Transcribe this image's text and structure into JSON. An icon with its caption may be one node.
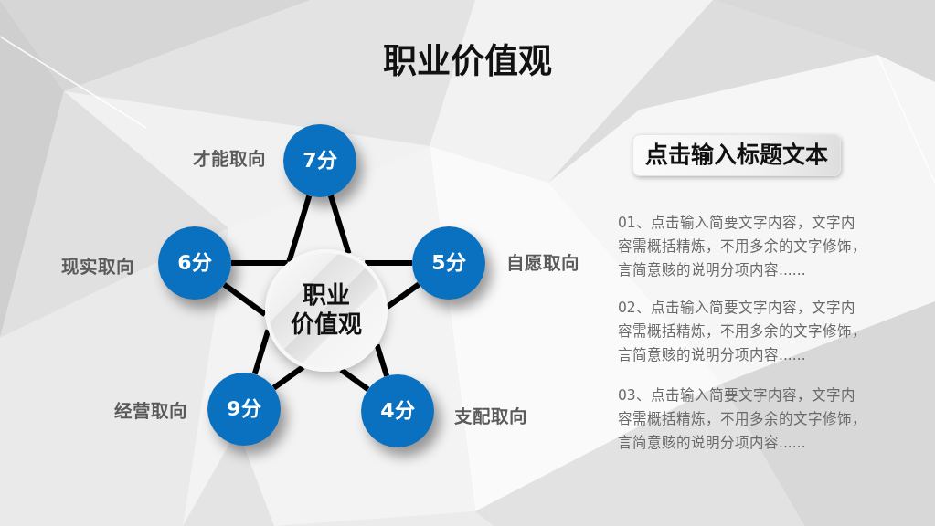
{
  "diagram": {
    "title": "职业价值观",
    "nodes": [
      {
        "text": [
          "7分"
        ],
        "beside": [
          "才能取向"
        ]
      },
      {
        "text": [
          "6分"
        ],
        "beside": [
          "现实取向"
        ]
      },
      {
        "text": [
          "职业价值观"
        ]
      },
      {
        "text": [
          "5分"
        ],
        "beside": [
          "自愿取向"
        ]
      },
      {
        "text": [
          "9分"
        ],
        "beside": [
          "经营取向"
        ]
      },
      {
        "text": [
          "4分"
        ],
        "beside": [
          "支配取向"
        ]
      },
      {
        "text": [
          "点击输入标题文本"
        ]
      }
    ],
    "edges": [
      {
        "from": 0,
        "to": 2,
        "arrow": "none"
      },
      {
        "from": 0,
        "to": 2,
        "arrow": "none"
      },
      {
        "from": 1,
        "to": 2,
        "arrow": "none"
      },
      {
        "from": 1,
        "to": 2,
        "arrow": "none"
      },
      {
        "from": 3,
        "to": 2,
        "arrow": "none"
      },
      {
        "from": 3,
        "to": 2,
        "arrow": "none"
      },
      {
        "from": 4,
        "to": 2,
        "arrow": "none"
      },
      {
        "from": 4,
        "to": 2,
        "arrow": "none"
      },
      {
        "from": 5,
        "to": 2,
        "arrow": "none"
      },
      {
        "from": 5,
        "to": 2,
        "arrow": "none"
      }
    ],
    "labels": [
      "01、点击输入简要文字内容，文字内容需概括精炼，不用多余的文字修饰，言简意赅的说明分项内容......",
      "02、点击输入简要文字内容，文字内容需概括精炼，不用多余的文字修饰，言简意赅的说明分项内容......",
      "03、点击输入简要文字内容，文字内容需概括精炼，不用多余的文字修饰，言简意赅的说明分项内容......"
    ]
  }
}
